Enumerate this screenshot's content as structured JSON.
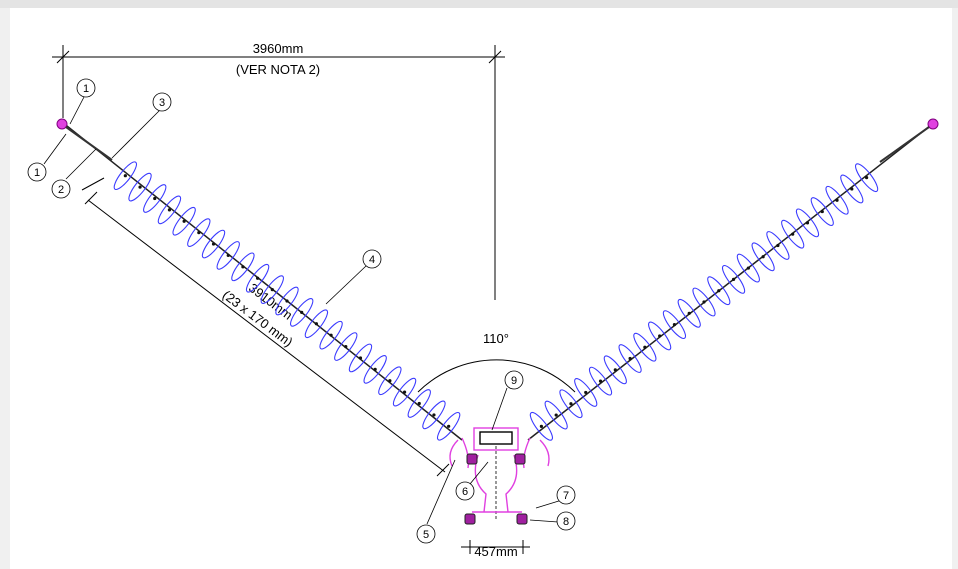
{
  "dimensions": {
    "width_label": "3960mm",
    "width_note": "(VER NOTA 2)",
    "length_label": "3910mm",
    "length_note": "(23 x 170 mm)",
    "angle_label": "110°",
    "spacing_label": "457mm"
  },
  "callouts": [
    "1",
    "1",
    "2",
    "3",
    "4",
    "5",
    "6",
    "7",
    "8",
    "9"
  ],
  "colors": {
    "insulator": "#3b3bff",
    "hardware": "#e040e0",
    "line": "#000000"
  }
}
